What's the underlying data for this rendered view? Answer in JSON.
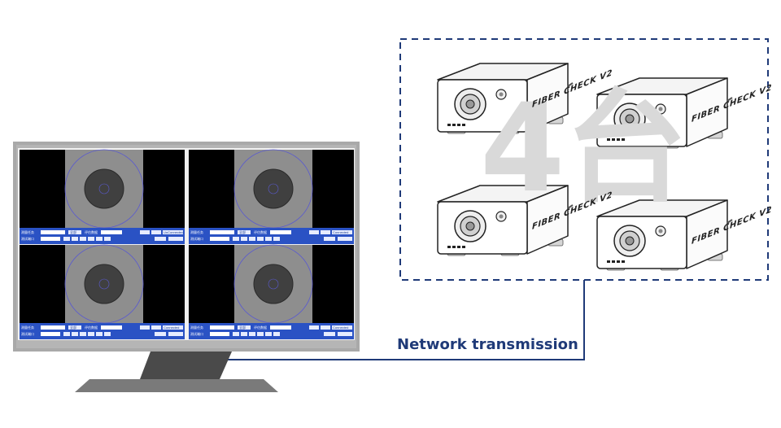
{
  "network": {
    "label": "Network transmission"
  },
  "devices": {
    "brand": "FIBER CHECK V2",
    "count_watermark": "4台",
    "units": [
      {
        "name": "device-unit-1"
      },
      {
        "name": "device-unit-2"
      },
      {
        "name": "device-unit-3"
      },
      {
        "name": "device-unit-4"
      }
    ]
  },
  "monitor": {
    "panels": [
      {
        "field1": "测量任务",
        "field2": "测试端口",
        "btn1": "全部",
        "btn2": "评估数据",
        "status": "UnConnected"
      },
      {
        "field1": "测量任务",
        "field2": "测试端口",
        "btn1": "全部",
        "btn2": "评估数据",
        "status": "Connected"
      },
      {
        "field1": "测量任务",
        "field2": "测试端口",
        "btn1": "全部",
        "btn2": "评估数据",
        "status": "Connected"
      },
      {
        "field1": "测量任务",
        "field2": "测试端口",
        "btn1": "全部",
        "btn2": "评估数据",
        "status": "Connected"
      }
    ]
  },
  "colors": {
    "link": "#1f3a78",
    "frame": "#9a9a9a",
    "screen_bg": "#000000",
    "toolbar": "#2a52c4",
    "dash": "#1f3a78"
  }
}
